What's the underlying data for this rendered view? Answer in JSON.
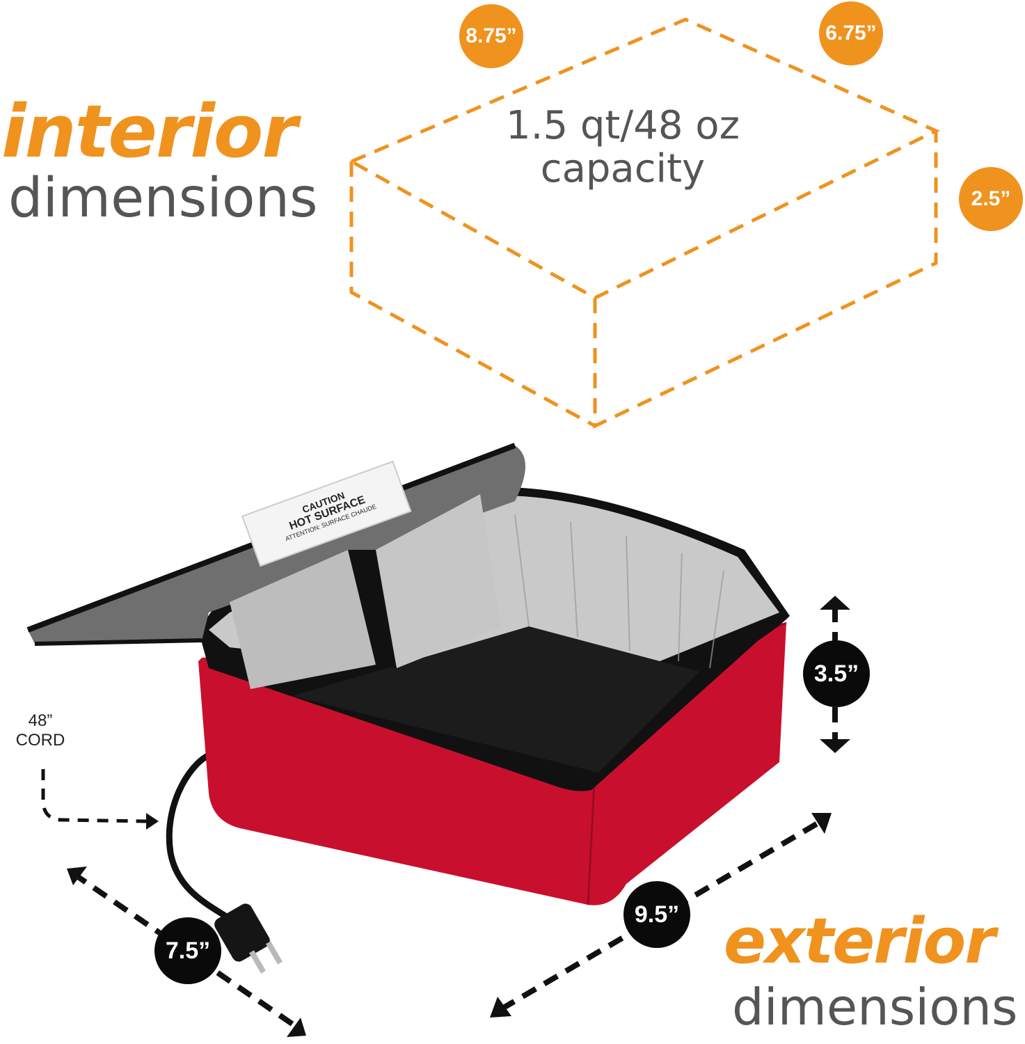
{
  "interior": {
    "title": "interior",
    "subtitle": "dimensions"
  },
  "exterior": {
    "title": "exterior",
    "subtitle": "dimensions"
  },
  "capacity": {
    "line1": "1.5 qt/48 oz",
    "line2": "capacity"
  },
  "interior_dims": {
    "length": "8.75”",
    "width": "6.75”",
    "height": "2.5”"
  },
  "exterior_dims": {
    "length": "9.5”",
    "width": "7.5”",
    "height": "3.5”"
  },
  "cord": {
    "line1": "48”",
    "line2": "CORD"
  },
  "label": {
    "line1": "CAUTION",
    "line2": "HOT SURFACE",
    "line3": "ATTENTION: SURFACE CHAUDE"
  },
  "colors": {
    "accent": "#f0921e",
    "bag": "#c8102e",
    "text_gray": "#555555"
  }
}
